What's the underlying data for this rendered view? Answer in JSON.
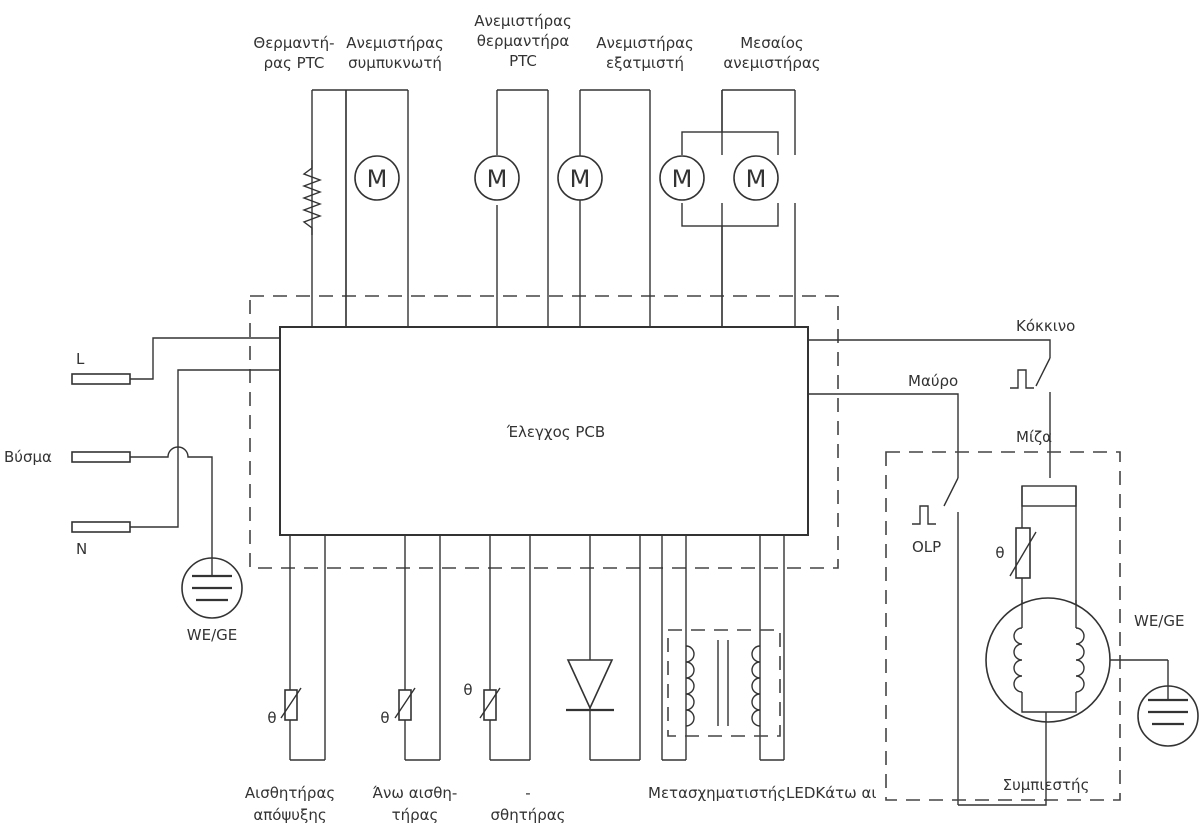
{
  "colors": {
    "line": "#333333",
    "background": "#ffffff"
  },
  "pcb": {
    "label": "Έλεγχος PCB"
  },
  "top_components": {
    "ptc_heater": [
      "Θερμαντή-",
      "ρας PTC"
    ],
    "condenser_fan": [
      "Ανεμιστήρας",
      "συμπυκνωτή"
    ],
    "ptc_heater_fan": [
      "Ανεμιστήρας",
      "θερμαντήρα",
      "PTC"
    ],
    "evaporator_fan": [
      "Ανεμιστήρας",
      "εξατμιστή"
    ],
    "middle_fan": [
      "Μεσαίος",
      "ανεμιστήρας"
    ],
    "motor_symbol": "M"
  },
  "power": {
    "line": "L",
    "plug": "Βύσμα",
    "neutral": "N",
    "ground": "WE/GE"
  },
  "bottom_components": {
    "defrost_sensor": [
      "Αισθητήρας",
      "απόψυξης"
    ],
    "upper_sensor": [
      "Άνω αισθη-",
      "τήρας"
    ],
    "sensor3": [
      "-",
      "σθητήρας"
    ],
    "transformer_led": "ΜετασχηματιστήςLEDΚάτω αι",
    "theta_symbol": "θ"
  },
  "compressor": {
    "red_wire": "Κόκκινο",
    "black_wire": "Μαύρο",
    "wick": "Μίζα",
    "olp": "OLP",
    "label": "Συμπιεστής",
    "ground": "WE/GE"
  }
}
